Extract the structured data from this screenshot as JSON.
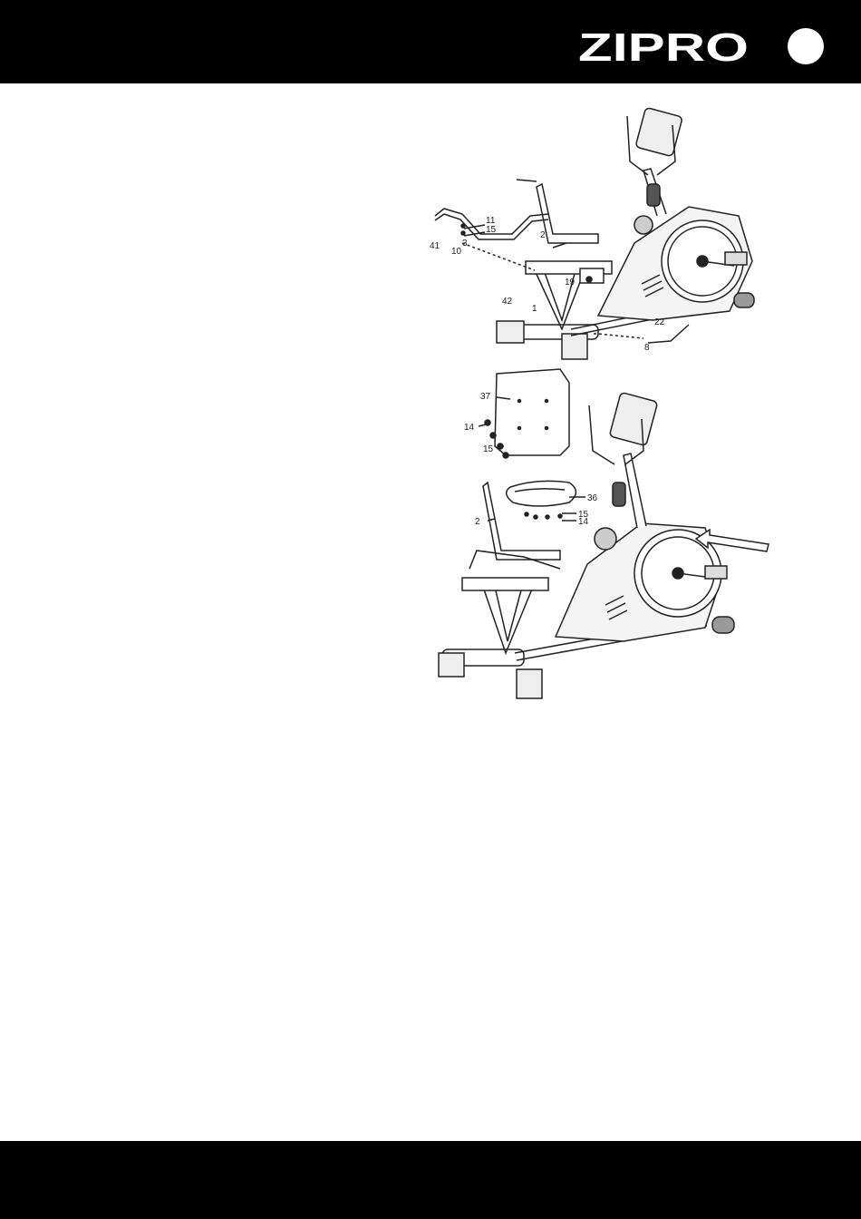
{
  "header": {
    "brand": "ZIPRO"
  },
  "diagram1": {
    "labels": [
      "11",
      "15",
      "2",
      "41",
      "3",
      "10",
      "19",
      "42",
      "1",
      "22",
      "8"
    ]
  },
  "diagram2": {
    "labels": [
      "37",
      "14",
      "15",
      "36",
      "2",
      "15",
      "14"
    ]
  }
}
